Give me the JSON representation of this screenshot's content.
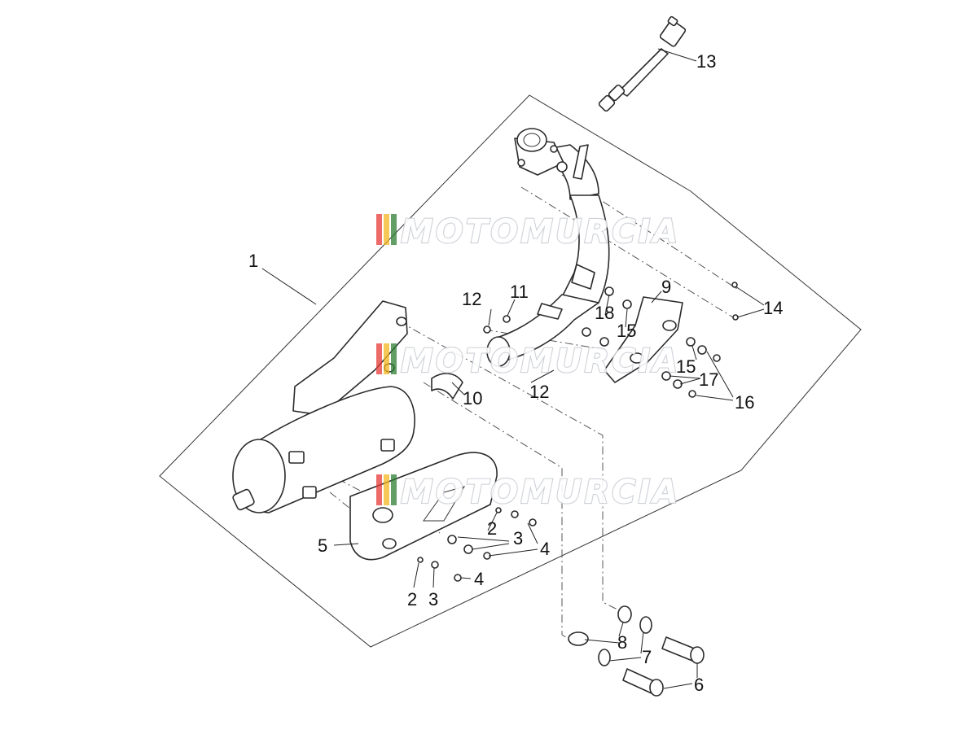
{
  "watermark": {
    "text": "MOTOMURCIA",
    "stripe_colors": [
      "#e53935",
      "#f3b61f",
      "#2e7d32"
    ]
  },
  "callouts": {
    "c1": "1",
    "c2a": "2",
    "c2b": "2",
    "c3a": "3",
    "c3b": "3",
    "c4a": "4",
    "c4b": "4",
    "c5": "5",
    "c6": "6",
    "c7": "7",
    "c8": "8",
    "c9": "9",
    "c10": "10",
    "c11": "11",
    "c12a": "12",
    "c12b": "12",
    "c13": "13",
    "c14": "14",
    "c15a": "15",
    "c15b": "15",
    "c16": "16",
    "c17": "17",
    "c18": "18"
  }
}
